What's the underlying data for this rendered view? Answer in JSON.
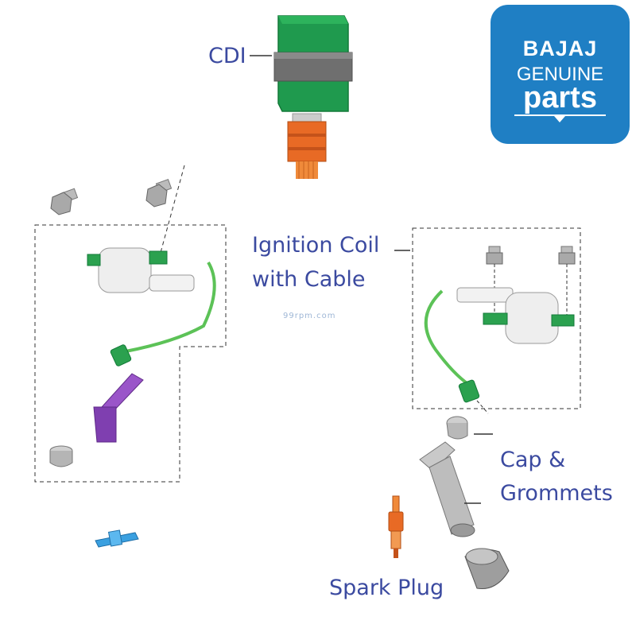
{
  "labels": {
    "cdi": "CDI",
    "ignition_coil_line1": "Ignition Coil",
    "ignition_coil_line2": "with Cable",
    "cap_grommets_line1": "Cap &",
    "cap_grommets_line2": "Grommets",
    "spark_plug": "Spark Plug"
  },
  "logo": {
    "brand": "BAJAJ",
    "line2": "GENUINE",
    "line3": "parts"
  },
  "watermark": "99rpm.com",
  "colors": {
    "label_text": "#3b4aa0",
    "logo_bg": "#1f7fc4",
    "cdi_green": "#1f9a4e",
    "strap_gray": "#6f6f6f",
    "connector_orange": "#e86a25",
    "coil_white": "#eeeeee",
    "cable_green": "#5cc257",
    "cap_purple": "#7f3fb0",
    "blue_part": "#3aa0e0"
  }
}
